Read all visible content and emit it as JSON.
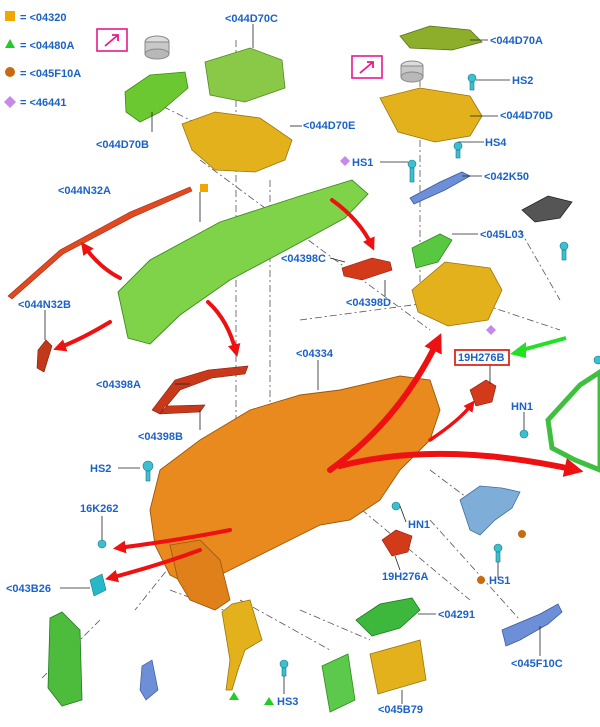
{
  "legend": [
    {
      "symbol": "square",
      "color": "#f0a800",
      "text": "= <04320"
    },
    {
      "symbol": "triangle",
      "color": "#22cc22",
      "text": "= <04480A"
    },
    {
      "symbol": "circle",
      "color": "#c86a10",
      "text": "= <045F10A"
    },
    {
      "symbol": "diamond",
      "color": "#c58ae8",
      "text": "= <46441"
    }
  ],
  "labels": {
    "p044D70C": "<044D70C",
    "p044D70A": "<044D70A",
    "p044D70B": "<044D70B",
    "p044D70E": "<044D70E",
    "pHS2a": "HS2",
    "p044D70D": "<044D70D",
    "pHS4": "HS4",
    "pHS1a": "HS1",
    "p042K50": "<042K50",
    "p044N32A": "<044N32A",
    "p045L03": "<045L03",
    "p04398C": "<04398C",
    "p04398D": "<04398D",
    "p044N32B": "<044N32B",
    "p04334": "<04334",
    "p19H276B": "19H276B",
    "p04398A": "<04398A",
    "pHN1a": "HN1",
    "p04398B": "<04398B",
    "pHS2b": "HS2",
    "p16K262": "16K262",
    "pHN1b": "HN1",
    "p19H276A": "19H276A",
    "p043B26": "<043B26",
    "pHS1b": "HS1",
    "p04291": "<04291",
    "p045F10C": "<045F10C",
    "pHS3": "HS3",
    "p045B79": "<045B79"
  },
  "icons": [
    "zoom-callout-icon",
    "green-pointer-arrow-icon"
  ],
  "colors": {
    "label": "#1a62c6",
    "dash_panel": "#e88a1e",
    "upper_pad": "#78c83a",
    "bracket": "#e3b11c",
    "red_part": "#d33a1a",
    "blue_part": "#6fa4d6",
    "arrow": "#ee1111",
    "callout": "#e51a8c"
  }
}
